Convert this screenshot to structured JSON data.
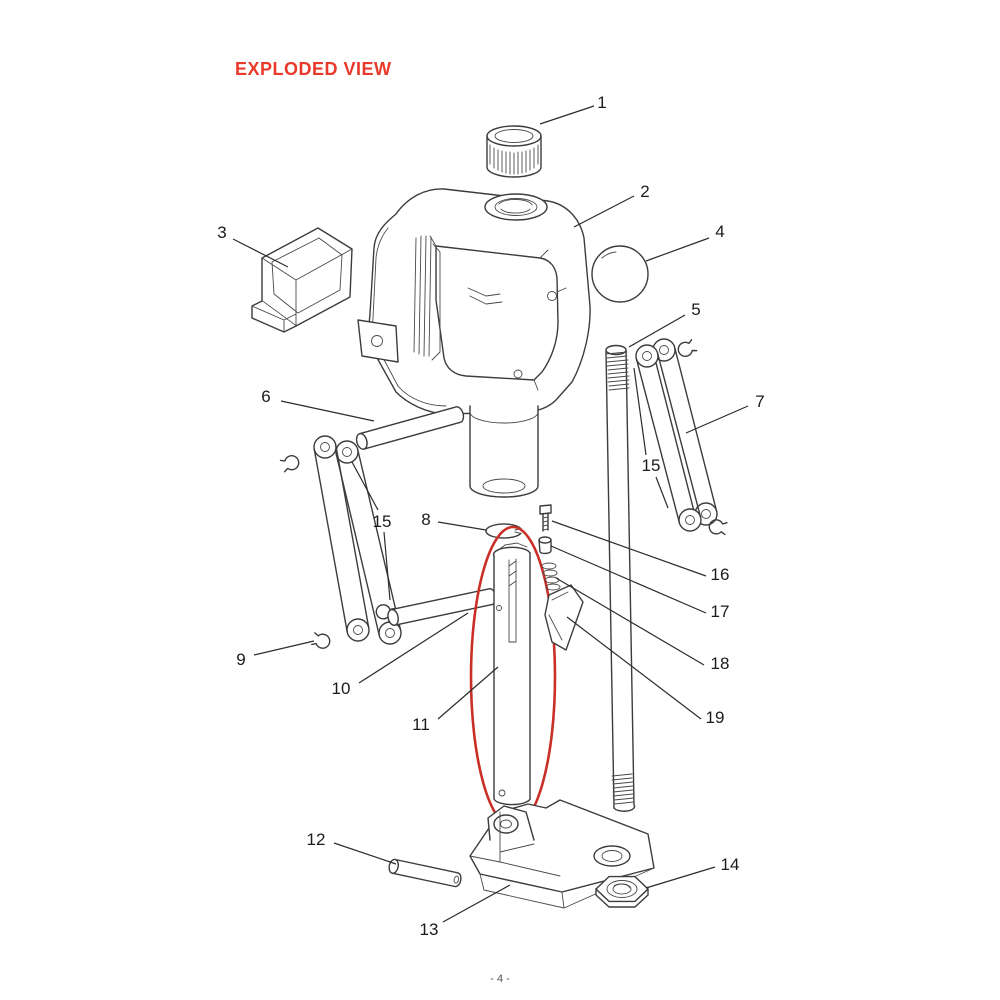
{
  "title": "EXPLODED VIEW",
  "page_number": "- 4 -",
  "colors": {
    "accent_red": "#e8392a",
    "highlight_red": "#ca2f27",
    "ink": "#3c3c3c"
  },
  "callouts": {
    "c1": "1",
    "c2": "2",
    "c3": "3",
    "c4": "4",
    "c5": "5",
    "c6": "6",
    "c7": "7",
    "c8": "8",
    "c9": "9",
    "c10": "10",
    "c11": "11",
    "c12": "12",
    "c13": "13",
    "c14": "14",
    "c15_left": "15",
    "c15_right": "15",
    "c16": "16",
    "c17": "17",
    "c18": "18",
    "c19": "19"
  }
}
